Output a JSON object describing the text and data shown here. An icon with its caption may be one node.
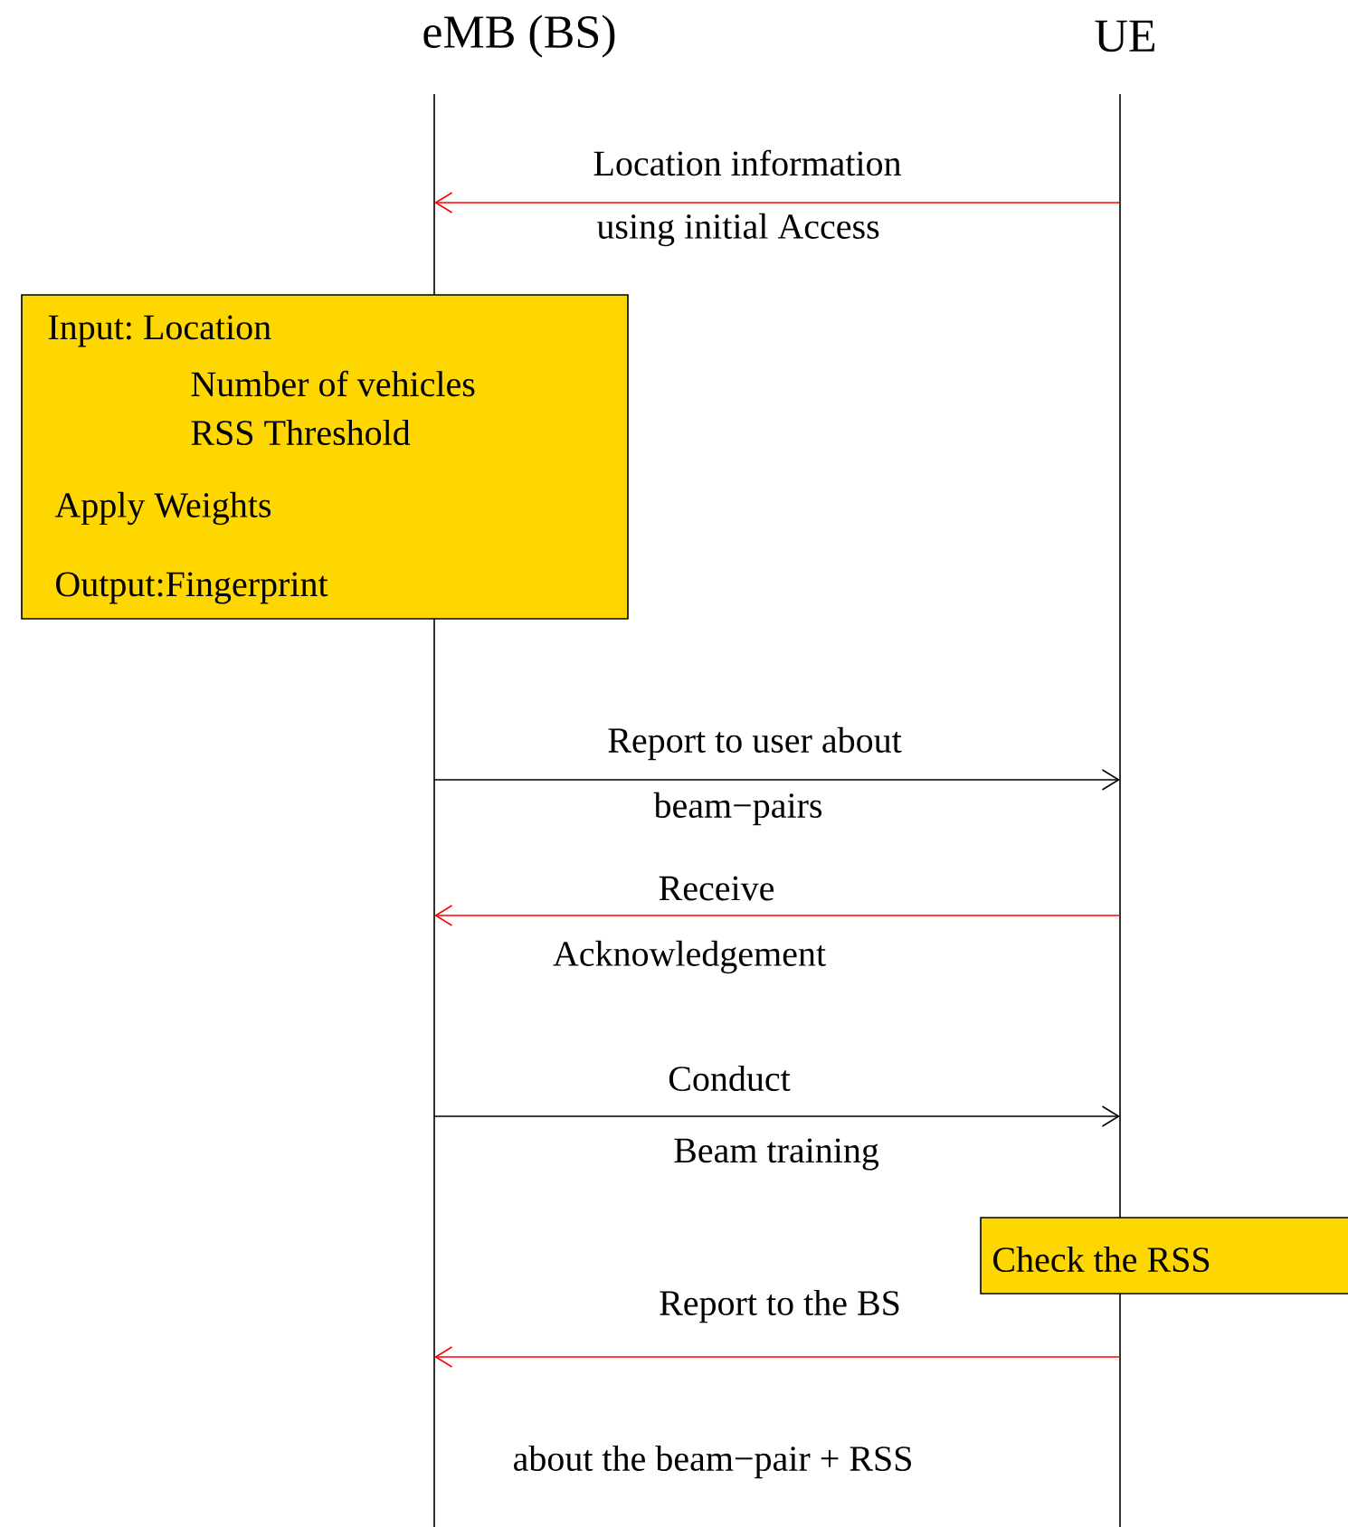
{
  "diagram": {
    "nodes": [
      {
        "text": [
          "eMB (BS)"
        ]
      },
      {
        "text": [
          "UE"
        ]
      },
      {
        "text": [
          "Input: Location",
          "Number of vehicles",
          "RSS Threshold",
          "Apply Weights",
          "Output:Fingerprint"
        ]
      },
      {
        "text": [
          "Check the RSS"
        ]
      }
    ],
    "edges": [
      {
        "from": 1,
        "to": 0,
        "arrow": "to",
        "label": "Location information"
      },
      {
        "from": 0,
        "to": 1,
        "arrow": "to",
        "label": "Report to user about",
        "color": "#000000"
      },
      {
        "from": 1,
        "to": 0,
        "arrow": "to",
        "label": "Receive"
      },
      {
        "from": 0,
        "to": 1,
        "arrow": "to",
        "label": "Conduct",
        "color": "#000000"
      },
      {
        "from": 1,
        "to": 0,
        "arrow": "to",
        "label": "Report to the BS"
      }
    ],
    "labels": [
      "using initial Access",
      "beam−pairs",
      "Acknowledgement",
      "Beam training",
      "about the beam−pair + RSS"
    ]
  }
}
